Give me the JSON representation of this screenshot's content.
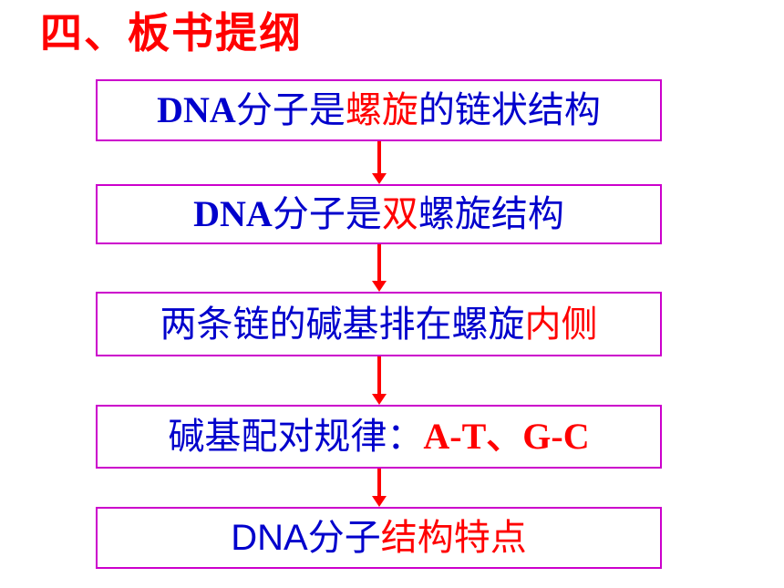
{
  "title": "四、板书提纲",
  "colors": {
    "title": "#ff0000",
    "box_border": "#cc00cc",
    "text_primary": "#0000cc",
    "text_emphasis": "#ff0000",
    "arrow": "#ff0000"
  },
  "steps": [
    {
      "segments": [
        {
          "text": "DNA",
          "color": "blue",
          "style": "latin-bold"
        },
        {
          "text": "分子是",
          "color": "blue"
        },
        {
          "text": "螺旋",
          "color": "red"
        },
        {
          "text": "的链状结构",
          "color": "blue"
        }
      ]
    },
    {
      "segments": [
        {
          "text": "DNA",
          "color": "blue",
          "style": "latin-bold"
        },
        {
          "text": "分子是",
          "color": "blue"
        },
        {
          "text": "双",
          "color": "red"
        },
        {
          "text": "螺旋结构",
          "color": "blue"
        }
      ]
    },
    {
      "segments": [
        {
          "text": "两条链的碱基排在螺旋",
          "color": "blue"
        },
        {
          "text": "内侧",
          "color": "red"
        }
      ]
    },
    {
      "segments": [
        {
          "text": "碱基配对规律：",
          "color": "blue"
        },
        {
          "text": "A-T、G-C",
          "color": "red",
          "style": "latin-bold"
        }
      ]
    },
    {
      "segments": [
        {
          "text": "DNA",
          "color": "blue",
          "style": "latin-plain"
        },
        {
          "text": "分子",
          "color": "blue"
        },
        {
          "text": "结构特点",
          "color": "red"
        }
      ]
    }
  ]
}
